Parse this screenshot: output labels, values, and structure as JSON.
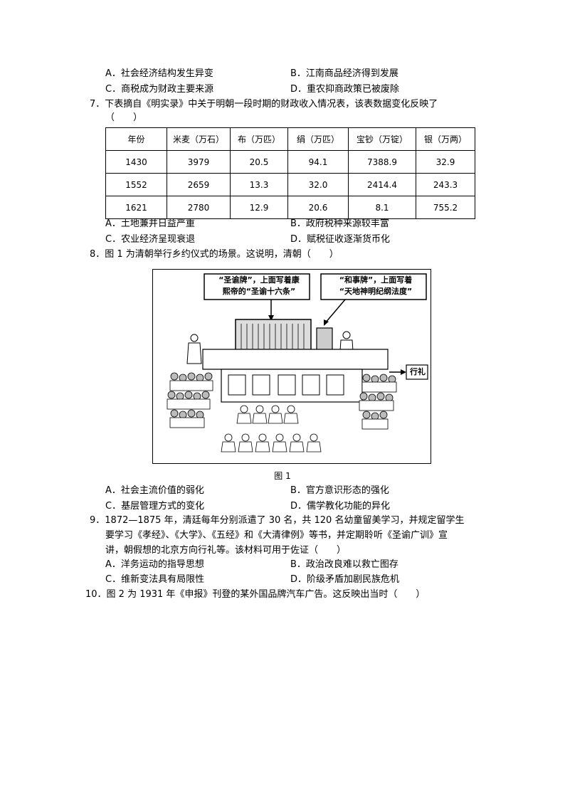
{
  "q6": {
    "optA": "A．社会经济结构发生异变",
    "optB": "B．江南商品经济得到发展",
    "optC": "C．商税成为财政主要来源",
    "optD": "D．重农抑商政策已被废除"
  },
  "q7": {
    "stem1": "7．下表摘自《明实录》中关于明朝一段时期的财政收入情况表，该表数据变化反映了",
    "stem2": "（　　）",
    "headers": [
      "年份",
      "米麦（万石）",
      "布（万匹）",
      "绢（万匹）",
      "宝钞（万锭）",
      "银（万两）"
    ],
    "rows": [
      [
        "1430",
        "3979",
        "20.5",
        "94.1",
        "7388.9",
        "32.9"
      ],
      [
        "1552",
        "2659",
        "13.3",
        "32.0",
        "2414.4",
        "243.3"
      ],
      [
        "1621",
        "2780",
        "12.9",
        "20.6",
        "8.1",
        "755.2"
      ]
    ],
    "optA": "A．土地兼并日益严重",
    "optB": "B．政府税种来源较丰富",
    "optC": "C．农业经济呈现衰退",
    "optD": "D．赋税征收逐渐货币化"
  },
  "q8": {
    "stem": "8．图 1 为清朝举行乡约仪式的场景。这说明，清朝（　　）",
    "box1_l1": "“圣谕牌”，上面写着康",
    "box1_l2": "熙帝的“圣谕十六条”",
    "box2_l1": "“和事牌”，上面写着",
    "box2_l2": "“天地神明纪纲法度”",
    "side_label": "行礼",
    "caption": "图 1",
    "optA": "A．社会主流价值的弱化",
    "optB": "B．官方意识形态的强化",
    "optC": "C．基层管理方式的变化",
    "optD": "D．儒学教化功能的异化"
  },
  "q9": {
    "line1": "9．1872—1875 年，清廷每年分别派遣了 30 名，共 120 名幼童留美学习，并规定留学生",
    "line2": "要学习《孝经》、《大学》、《五经》和《大清律例》等书，并定期聆听《圣谕广训》宣",
    "line3": "讲，朝假想的北京方向行礼等。该材料可用于佐证（　　）",
    "optA": "A．洋务运动的指导思想",
    "optB": "B．政治改良难以救亡图存",
    "optC": "C．维新变法具有局限性",
    "optD": "D．阶级矛盾加剧民族危机"
  },
  "q10": {
    "stem": "10．图 2 为 1931 年《申报》刊登的某外国品牌汽车广告。这反映出当时（　　）"
  }
}
